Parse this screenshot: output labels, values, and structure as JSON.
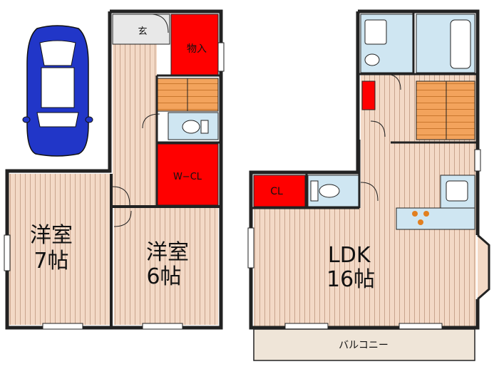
{
  "left_floor": {
    "entrance": "玄",
    "storage": "物入",
    "walk_in_closet": "W−CL",
    "room_7": {
      "type": "洋室",
      "size": "7帖"
    },
    "room_6": {
      "type": "洋室",
      "size": "6帖"
    }
  },
  "right_floor": {
    "closet": "CL",
    "ldk": {
      "type": "LDK",
      "size": "16帖"
    },
    "balcony": "バルコニー"
  },
  "colors": {
    "floor_fill": "#f3d9c6",
    "floor_line": "#c9a58e",
    "wall": "#222222",
    "storage": "#ff0000",
    "wet_area": "#cfe6f2",
    "stairs": "#e27f1f",
    "balcony": "#efe5d8",
    "car": "#2136c8"
  },
  "icons": [
    "car-icon",
    "toilet-icon",
    "bathtub-icon",
    "sink-icon",
    "kitchen-sink-icon",
    "stove-icon",
    "stairs-icon"
  ]
}
